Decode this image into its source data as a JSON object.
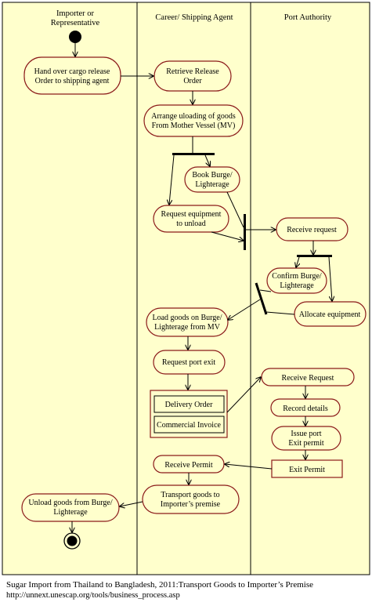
{
  "lanes": {
    "importer": "Importer or\nRepresentative",
    "agent": "Career/ Shipping Agent",
    "port": "Port Authority"
  },
  "nodes": {
    "hand_over": "Hand over cargo release\nOrder to shipping agent",
    "retrieve": "Retrieve Release\nOrder",
    "arrange": "Arrange uloading of goods\nFrom Mother Vessel (MV)",
    "book": "Book Burge/\nLighterage",
    "request_equipment": "Request equipment\nto unload",
    "receive_request_port": "Receive request",
    "confirm": "Confirm Burge/\nLighterage",
    "allocate": "Allocate equipment",
    "load": "Load goods on Burge/\nLighterage from MV",
    "request_exit": "Request port exit",
    "delivery_order": "Delivery Order",
    "commercial_invoice": "Commercial Invoice",
    "receive_request2": "Receive Request",
    "record": "Record details",
    "issue": "Issue port\nExit permit",
    "exit_permit": "Exit Permit",
    "receive_permit": "Receive Permit",
    "transport": "Transport goods to\nImporter’s premise",
    "unload": "Unload goods from Burge/\nLighterage"
  },
  "caption": {
    "line1": "Sugar Import from Thailand to Bangladesh, 2011:Transport Goods to Importer’s Premise",
    "line2": "http://unnext.unescap.org/tools/business_process.asp"
  },
  "colors": {
    "lane_fill": "#ffffcc",
    "node_fill": "#ffffcc",
    "node_stroke": "#8b1a1a",
    "line": "#000000"
  }
}
